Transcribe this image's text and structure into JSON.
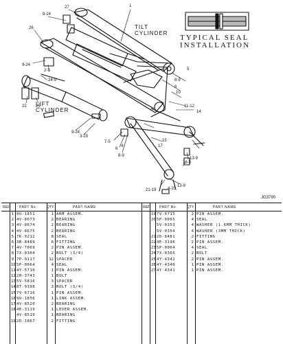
{
  "diagram": {
    "labels": {
      "tilt_cylinder": "TILT\nCYLINDER",
      "lift_cylinder": "LIFT\nCYLINDER",
      "seal_title": "TYPICAL SEAL\nINSTALLATION"
    },
    "callouts": [
      "27",
      "9-24",
      "26",
      "1",
      "9-24",
      "2-5",
      "24-9",
      "22",
      "25",
      "9-24",
      "3-23",
      "7-5",
      "6",
      "8-9",
      "4",
      "17",
      "15",
      "5",
      "8-9",
      "6",
      "10",
      "11-12",
      "14",
      "16-5",
      "13-9",
      "21-19",
      "4-20",
      "13-9"
    ],
    "drawing_no": "JG3790"
  },
  "parts_table": {
    "headers": {
      "ref": "REF.",
      "no": "No.",
      "part_no": "PART No.",
      "qty": "QTY",
      "part_name": "PART NAME"
    },
    "left": [
      {
        "no": "1",
        "part_no": "9U-1851",
        "qty": "1",
        "name": "ARM ASSEM."
      },
      {
        "no": "2",
        "part_no": "4V-8673",
        "qty": "2",
        "name": "  BEARING"
      },
      {
        "no": "3",
        "part_no": "4V-8674",
        "qty": "2",
        "name": "  BEARING"
      },
      {
        "no": "4",
        "part_no": "4V-8675",
        "qty": "2",
        "name": "  BEARING"
      },
      {
        "no": "5",
        "part_no": "7K-9212",
        "qty": "8",
        "name": "SEAL"
      },
      {
        "no": "6",
        "part_no": "3B-8489",
        "qty": "6",
        "name": "FITTING"
      },
      {
        "no": "7",
        "part_no": "4V-7069",
        "qty": "2",
        "name": "PIN ASSEM."
      },
      {
        "no": "8",
        "part_no": "7X-0364",
        "qty": "2",
        "name": "BOLT (3/4)"
      },
      {
        "no": "9",
        "part_no": "7P-9117",
        "qty": "12",
        "name": "SPACER"
      },
      {
        "no": "10",
        "part_no": "5P-0064",
        "qty": "4",
        "name": "SEAL"
      },
      {
        "no": "11",
        "part_no": "4Y-5710",
        "qty": "1",
        "name": "PIN ASSEM."
      },
      {
        "no": "12",
        "part_no": "2H-3743",
        "qty": "1",
        "name": "BOLT"
      },
      {
        "no": "13",
        "part_no": "5V-5816",
        "qty": "3",
        "name": "SPACER"
      },
      {
        "no": "14",
        "part_no": "8T-9398",
        "qty": "3",
        "name": "BOLT (3/4)"
      },
      {
        "no": "15",
        "part_no": "7V-6716",
        "qty": "1",
        "name": "PIN ASSEM."
      },
      {
        "no": "16",
        "part_no": "9U-1856",
        "qty": "1",
        "name": "LINK ASSEM."
      },
      {
        "no": "17",
        "part_no": "4V-8520",
        "qty": "2",
        "name": "  BEARING"
      },
      {
        "no": "18",
        "part_no": "4E-3119",
        "qty": "1",
        "name": "LEVER ASSEM."
      },
      {
        "no": "",
        "part_no": "4V-8519",
        "qty": "1",
        "name": "  BEARING"
      },
      {
        "no": "19",
        "part_no": "2D-1867",
        "qty": "2",
        "name": "FITTING"
      }
    ],
    "right": [
      {
        "no": "19",
        "part_no": "7V-6715",
        "qty": "2",
        "name": "PIN ASSEM."
      },
      {
        "no": "20",
        "part_no": "5P-0065",
        "qty": "4",
        "name": "SEAL"
      },
      {
        "no": "",
        "part_no": "5V-0353",
        "qty": "4",
        "name": "WASHER (1.6MM THICK)"
      },
      {
        "no": "",
        "part_no": "5V-0354",
        "qty": "4",
        "name": "WASHER (3MM THICK)"
      },
      {
        "no": "21",
        "part_no": "2D-8481",
        "qty": "2",
        "name": "FITTING"
      },
      {
        "no": "22",
        "part_no": "4E-3196",
        "qty": "2",
        "name": "PIN ASSEM."
      },
      {
        "no": "23",
        "part_no": "5P-0064",
        "qty": "4",
        "name": "SEAL"
      },
      {
        "no": "24",
        "part_no": "7X-0365",
        "qty": "2",
        "name": "BOLT"
      },
      {
        "no": "25",
        "part_no": "4Y-4342",
        "qty": "2",
        "name": "PIN ASSEM."
      },
      {
        "no": "26",
        "part_no": "4Y-4340",
        "qty": "1",
        "name": "PIN ASSEM."
      },
      {
        "no": "27",
        "part_no": "4Y-4341",
        "qty": "1",
        "name": "PIN ASSEM."
      }
    ]
  }
}
